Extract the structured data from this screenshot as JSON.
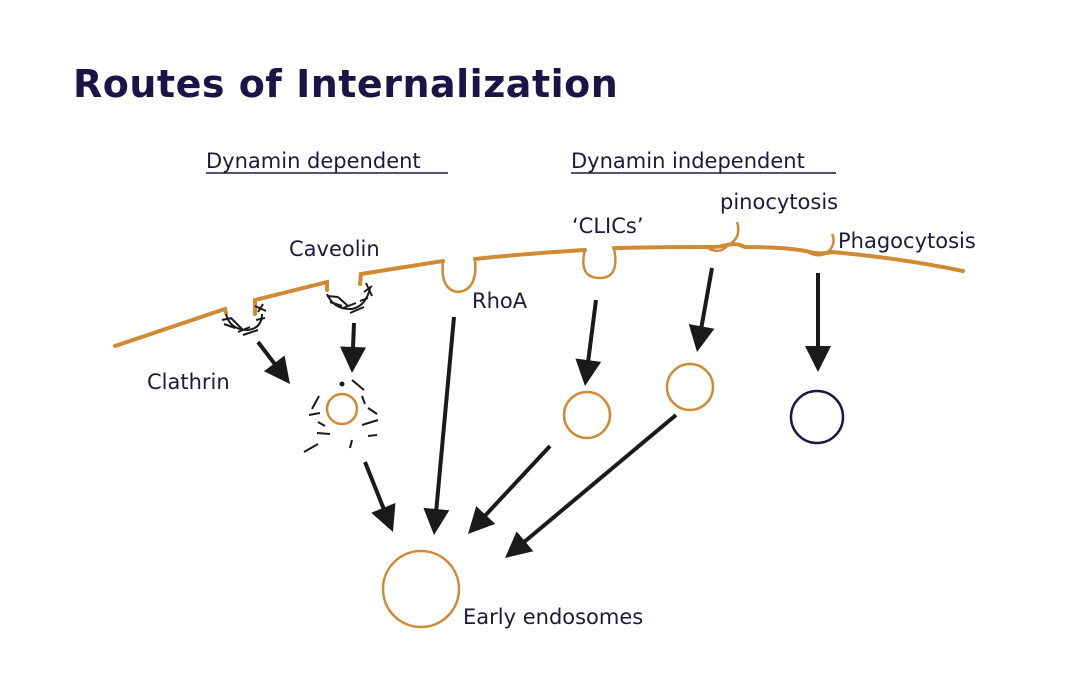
{
  "title": "Routes of Internalization",
  "headers": {
    "dynamin_dependent": "Dynamin dependent",
    "dynamin_independent": "Dynamin independent"
  },
  "labels": {
    "caveolin": "Caveolin",
    "clathrin": "Clathrin",
    "rhoa": "RhoA",
    "clics": "‘CLICs’",
    "pinocytosis": "pinocytosis",
    "phagocytosis": "Phagocytosis",
    "early_endosomes": "Early endosomes"
  },
  "colors": {
    "title": "#1b1547",
    "text": "#1b1a3a",
    "membrane": "#d08a34",
    "vesicle": "#d08a34",
    "phagosome": "#1b1547",
    "arrow": "#1a1a1a"
  }
}
